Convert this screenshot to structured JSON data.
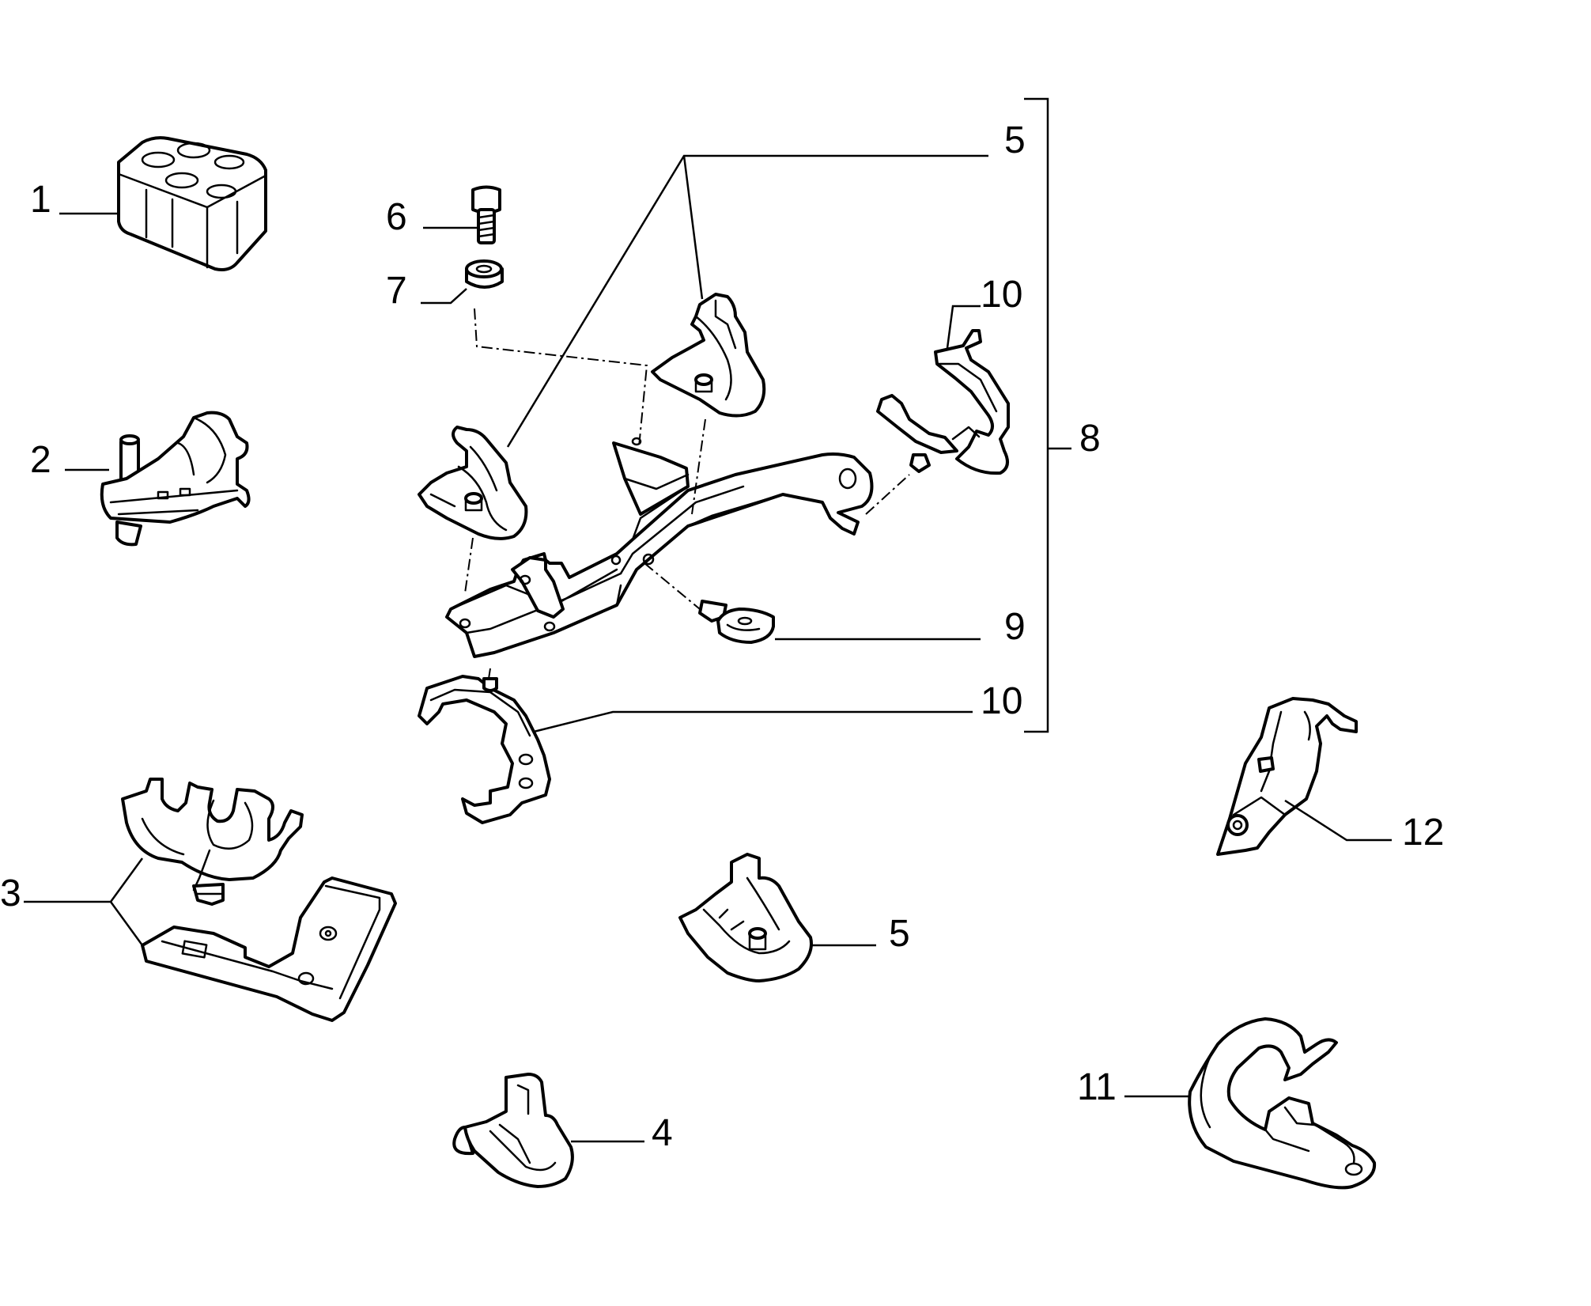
{
  "callouts": {
    "c1": "1",
    "c2": "2",
    "c3": "3",
    "c4": "4",
    "c5_top": "5",
    "c5_bottom": "5",
    "c6": "6",
    "c7": "7",
    "c8": "8",
    "c9": "9",
    "c10_top": "10",
    "c10_bottom": "10",
    "c11": "11",
    "c12": "12"
  },
  "colors": {
    "line": "#000000",
    "background": "#ffffff"
  }
}
